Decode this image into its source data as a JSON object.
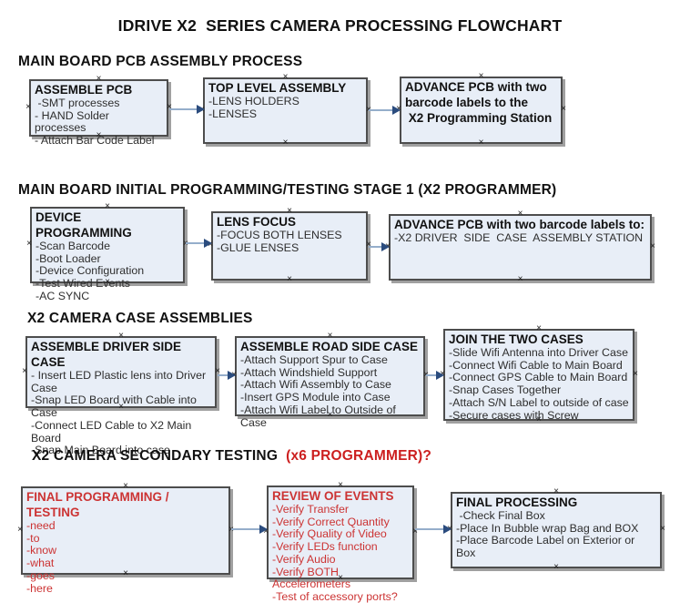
{
  "title": "IDRIVE X2  SERIES CAMERA PROCESSING FLOWCHART",
  "colors": {
    "background": "#ffffff",
    "box_fill": "#e8eef7",
    "box_border": "#4d4d4d",
    "box_shadow": "#a0a0a0",
    "arrow_line": "#95aecb",
    "arrow_head": "#2b4c7e",
    "heading_red": "#cc1f1f",
    "box_red_text": "#cc3333",
    "text": "#2e2e2e"
  },
  "icons": {
    "connection_point": "×"
  },
  "sections": [
    {
      "heading": "MAIN BOARD PCB ASSEMBLY PROCESS",
      "boxes": [
        {
          "title": "ASSEMBLE PCB",
          "items": [
            " -SMT processes",
            "- HAND Solder processes",
            "- Attach Bar Code Label"
          ]
        },
        {
          "title": "TOP LEVEL ASSEMBLY",
          "items": [
            "-LENS HOLDERS",
            "-LENSES"
          ]
        },
        {
          "title": "ADVANCE PCB with two\nbarcode labels to the\n X2 Programming Station",
          "items": []
        }
      ]
    },
    {
      "heading": "MAIN BOARD INITIAL PROGRAMMING/TESTING STAGE 1 (X2 PROGRAMMER)",
      "boxes": [
        {
          "title": "DEVICE PROGRAMMING",
          "items": [
            "-Scan Barcode",
            "-Boot Loader",
            "-Device Configuration",
            "-Test Wired Events",
            "-AC SYNC"
          ]
        },
        {
          "title": "LENS FOCUS",
          "items": [
            "-FOCUS BOTH LENSES",
            "-GLUE LENSES"
          ]
        },
        {
          "title": "ADVANCE PCB with two barcode labels to:",
          "items": [
            "-X2 DRIVER  SIDE  CASE  ASSEMBLY STATION"
          ]
        }
      ]
    },
    {
      "heading": "X2 CAMERA CASE ASSEMBLIES",
      "boxes": [
        {
          "title": "ASSEMBLE DRIVER SIDE CASE",
          "items": [
            "- Insert LED Plastic lens into Driver Case",
            "-Snap LED Board with Cable into Case",
            "-Connect LED Cable to X2 Main Board",
            "-Snap Main Board into case"
          ]
        },
        {
          "title": "ASSEMBLE ROAD SIDE CASE",
          "items": [
            "-Attach Support Spur to Case",
            "-Attach Windshield Support",
            "-Attach Wifi Assembly to Case",
            "-Insert GPS Module into Case",
            "-Attach Wifi Label to Outside of Case"
          ]
        },
        {
          "title": "JOIN THE TWO CASES",
          "items": [
            "-Slide Wifi Antenna into Driver Case",
            "-Connect Wifi Cable to Main Board",
            "-Connect GPS Cable to Main Board",
            "-Snap Cases Together",
            "-Attach S/N Label to outside of case",
            "-Secure cases with Screw"
          ]
        }
      ]
    },
    {
      "heading": "X2 CAMERA SECONDARY TESTING",
      "heading_red": "  (x6 PROGRAMMER)?",
      "boxes": [
        {
          "title": "FINAL PROGRAMMING / TESTING",
          "items": [
            "-need",
            "-to",
            "-know",
            "-what",
            "-goes",
            "-here"
          ]
        },
        {
          "title": "REVIEW OF EVENTS",
          "items": [
            "-Verify Transfer",
            "-Verify Correct Quantity",
            "-Verify Quality of Video",
            "-Verify LEDs function",
            "-Verify Audio",
            "-Verify BOTH Accelerometers",
            "-Test of accessory ports?"
          ]
        },
        {
          "title": "FINAL PROCESSING",
          "items": [
            " -Check Final Box",
            "-Place In Bubble wrap Bag and BOX",
            "-Place Barcode Label on Exterior or Box"
          ]
        }
      ]
    }
  ]
}
